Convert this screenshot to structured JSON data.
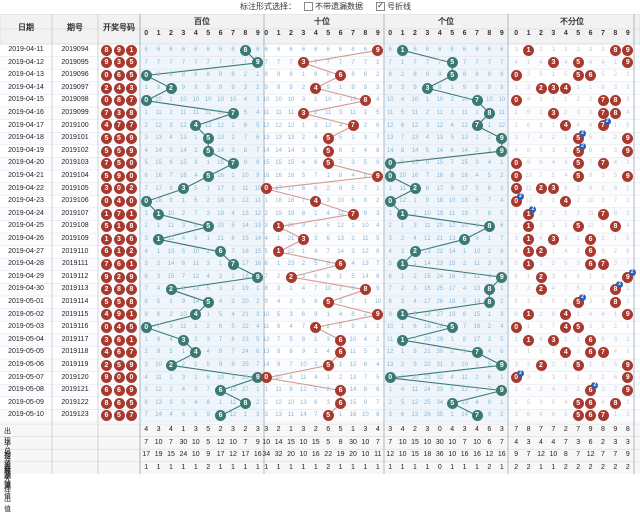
{
  "controls": {
    "label": "标注形式选择：",
    "opt1": "不带遗漏数据",
    "opt2": "号折线",
    "opt1_checked": false,
    "opt2_checked": true
  },
  "headers": {
    "date": "日期",
    "issue": "期号",
    "draw": "开奖号码",
    "bai": "百位",
    "shi": "十位",
    "ge": "个位",
    "bufen": "不分位"
  },
  "digits": [
    "0",
    "1",
    "2",
    "3",
    "4",
    "5",
    "6",
    "7",
    "8",
    "9"
  ],
  "rows": [
    {
      "date": "2019-04-11",
      "issue": "2019094",
      "num": [
        8,
        9,
        1
      ]
    },
    {
      "date": "2019-04-12",
      "issue": "2019095",
      "num": [
        9,
        3,
        5
      ]
    },
    {
      "date": "2019-04-13",
      "issue": "2019096",
      "num": [
        0,
        6,
        5
      ]
    },
    {
      "date": "2019-04-14",
      "issue": "2019097",
      "num": [
        2,
        4,
        3
      ]
    },
    {
      "date": "2019-04-15",
      "issue": "2019098",
      "num": [
        0,
        8,
        7
      ]
    },
    {
      "date": "2019-04-16",
      "issue": "2019099",
      "num": [
        7,
        3,
        8
      ]
    },
    {
      "date": "2019-04-17",
      "issue": "2019100",
      "num": [
        4,
        7,
        7
      ]
    },
    {
      "date": "2019-04-18",
      "issue": "2019101",
      "num": [
        5,
        5,
        9
      ]
    },
    {
      "date": "2019-04-19",
      "issue": "2019102",
      "num": [
        5,
        5,
        9
      ]
    },
    {
      "date": "2019-04-20",
      "issue": "2019103",
      "num": [
        7,
        5,
        0
      ]
    },
    {
      "date": "2019-04-21",
      "issue": "2019104",
      "num": [
        5,
        9,
        0
      ]
    },
    {
      "date": "2019-04-22",
      "issue": "2019105",
      "num": [
        3,
        0,
        2
      ]
    },
    {
      "date": "2019-04-23",
      "issue": "2019106",
      "num": [
        0,
        4,
        0
      ]
    },
    {
      "date": "2019-04-24",
      "issue": "2019107",
      "num": [
        1,
        7,
        1
      ]
    },
    {
      "date": "2019-04-25",
      "issue": "2019108",
      "num": [
        5,
        1,
        8
      ]
    },
    {
      "date": "2019-04-26",
      "issue": "2019109",
      "num": [
        1,
        3,
        6
      ]
    },
    {
      "date": "2019-04-27",
      "issue": "2019110",
      "num": [
        6,
        1,
        2
      ]
    },
    {
      "date": "2019-04-28",
      "issue": "2019111",
      "num": [
        7,
        6,
        1
      ]
    },
    {
      "date": "2019-04-29",
      "issue": "2019112",
      "num": [
        9,
        2,
        9
      ]
    },
    {
      "date": "2019-04-30",
      "issue": "2019113",
      "num": [
        2,
        8,
        8
      ]
    },
    {
      "date": "2019-05-01",
      "issue": "2019114",
      "num": [
        5,
        5,
        8
      ]
    },
    {
      "date": "2019-05-02",
      "issue": "2019115",
      "num": [
        4,
        9,
        1
      ]
    },
    {
      "date": "2019-05-03",
      "issue": "2019116",
      "num": [
        0,
        4,
        5
      ]
    },
    {
      "date": "2019-05-04",
      "issue": "2019117",
      "num": [
        3,
        6,
        1
      ]
    },
    {
      "date": "2019-05-05",
      "issue": "2019118",
      "num": [
        4,
        6,
        7
      ]
    },
    {
      "date": "2019-05-06",
      "issue": "2019119",
      "num": [
        2,
        5,
        9
      ]
    },
    {
      "date": "2019-05-07",
      "issue": "2019120",
      "num": [
        9,
        0,
        0
      ]
    },
    {
      "date": "2019-05-08",
      "issue": "2019121",
      "num": [
        6,
        6,
        9
      ]
    },
    {
      "date": "2019-05-09",
      "issue": "2019122",
      "num": [
        8,
        6,
        5
      ]
    },
    {
      "date": "2019-05-10",
      "issue": "2019123",
      "num": [
        6,
        5,
        7
      ]
    }
  ],
  "stats": {
    "labels": [
      "出现总次数",
      "平均遗漏值",
      "最大遗漏值",
      "最大连出值"
    ],
    "bai": [
      [
        4,
        3,
        4,
        1,
        3,
        5,
        2,
        3,
        2,
        3
      ],
      [
        7,
        10,
        7,
        30,
        10,
        5,
        12,
        10,
        7,
        9
      ],
      [
        17,
        19,
        15,
        24,
        10,
        9,
        17,
        12,
        17,
        16
      ],
      [
        1,
        1,
        1,
        1,
        1,
        2,
        1,
        1,
        1,
        1
      ]
    ],
    "shi": [
      [
        3,
        2,
        1,
        3,
        2,
        6,
        5,
        1,
        3,
        4
      ],
      [
        10,
        14,
        15,
        10,
        15,
        5,
        8,
        30,
        10,
        7
      ],
      [
        34,
        32,
        20,
        10,
        16,
        22,
        19,
        20,
        10,
        11
      ],
      [
        1,
        1,
        1,
        1,
        1,
        2,
        1,
        1,
        1,
        1
      ]
    ],
    "ge": [
      [
        3,
        4,
        2,
        3,
        0,
        4,
        3,
        4,
        6,
        3
      ],
      [
        7,
        10,
        15,
        10,
        30,
        10,
        7,
        10,
        6,
        7
      ],
      [
        12,
        10,
        15,
        18,
        36,
        10,
        16,
        16,
        12,
        16
      ],
      [
        1,
        1,
        1,
        1,
        0,
        1,
        1,
        1,
        2,
        1
      ]
    ],
    "bufen": [
      [
        7,
        8,
        7,
        7,
        2,
        7,
        9,
        8,
        9,
        8
      ],
      [
        4,
        3,
        4,
        4,
        7,
        3,
        6,
        2,
        3,
        3
      ],
      [
        9,
        7,
        12,
        10,
        8,
        7,
        12,
        7,
        7,
        9
      ],
      [
        2,
        2,
        1,
        1,
        2,
        2,
        2,
        2,
        2,
        2
      ]
    ]
  },
  "colors": {
    "red": "#a8392f",
    "teal": "#3b7a74",
    "blue": "#2b5fb3",
    "header_bg": "#f2f2f2",
    "grid": "#d9d9d9"
  }
}
